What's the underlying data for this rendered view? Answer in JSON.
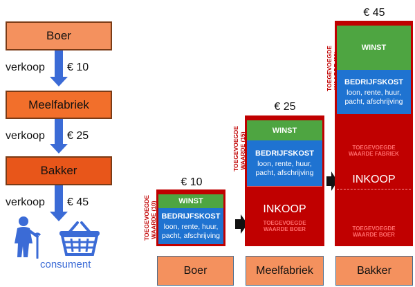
{
  "chain": {
    "boxes": [
      {
        "label": "Boer",
        "color": "#f4915e"
      },
      {
        "label": "Meelfabriek",
        "color": "#f26f2b"
      },
      {
        "label": "Bakker",
        "color": "#e8561a"
      }
    ],
    "steps": [
      {
        "label": "verkoop",
        "price": "€ 10"
      },
      {
        "label": "verkoop",
        "price": "€ 25"
      },
      {
        "label": "verkoop",
        "price": "€ 45"
      }
    ],
    "consumer_label": "consument"
  },
  "bars": [
    {
      "price": "€ 10",
      "added_value_label": "TOEGEVOEGDE WAARDE (10)",
      "winst": "WINST",
      "kost_title": "BEDRIJFSKOST",
      "kost_sub": "loon, rente, huur, pacht, afschrijving"
    },
    {
      "price": "€ 25",
      "added_value_label": "TOEGEVOEGDE WAARDE (15)",
      "winst": "WINST",
      "kost_title": "BEDRIJFSKOST",
      "kost_sub": "loon, rente, huur, pacht, afschrijving",
      "inkoop": "INKOOP",
      "inkoop_note": "TOEGEVOEGDE WAARDE BOER"
    },
    {
      "price": "€ 45",
      "added_value_label": "TOEGEVOEGDE WAARDE (20)",
      "winst": "WINST",
      "kost_title": "BEDRIJFSKOST",
      "kost_sub": "loon, rente, huur, pacht, afschrijving",
      "inkoop": "INKOOP",
      "note_top": "TOEGEVOEGDE WAARDE FABRIEK",
      "note_bottom": "TOEGEVOEGDE WAARDE BOER"
    }
  ],
  "bottom_labels": [
    "Boer",
    "Meelfabriek",
    "Bakker"
  ],
  "colors": {
    "winst": "#4ea541",
    "kost": "#1f73d1",
    "inkoop": "#c00000",
    "arrow": "#3b6bd6"
  }
}
